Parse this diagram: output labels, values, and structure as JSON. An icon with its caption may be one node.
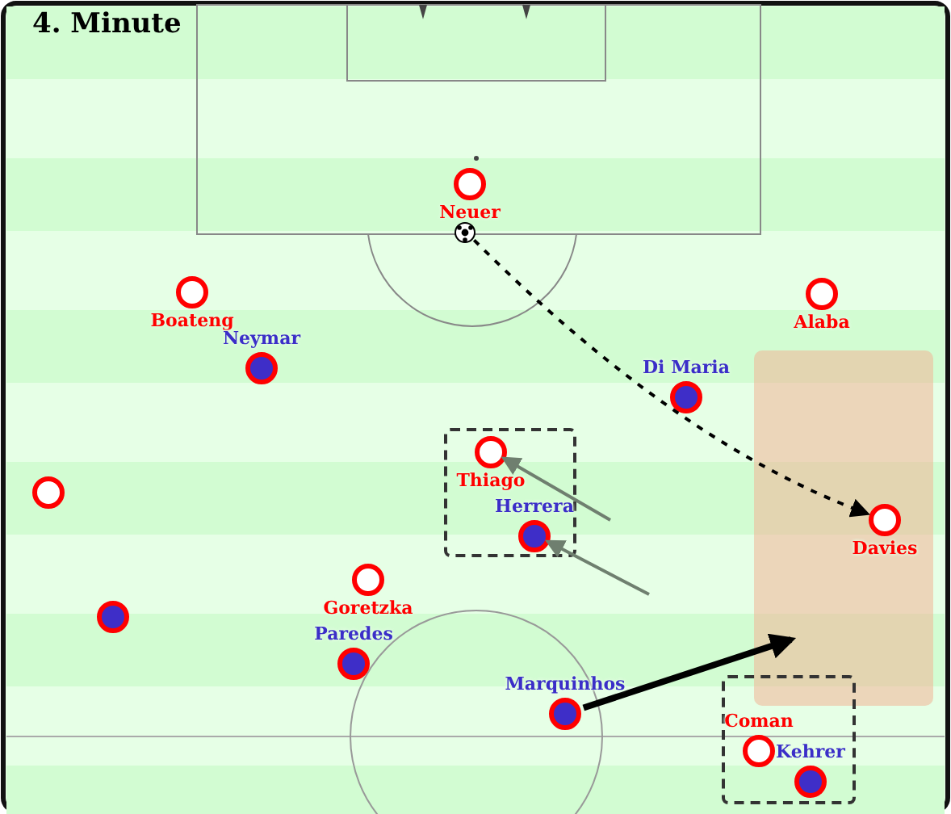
{
  "diagram": {
    "title": "4. Minute",
    "nodes": [
      {
        "text": [
          "Neuer"
        ]
      },
      {
        "text": [],
        "shape": "picture"
      },
      {
        "text": [
          "Boateng"
        ]
      },
      {
        "text": [
          "Alaba"
        ]
      },
      {
        "text": [
          "Neymar"
        ]
      },
      {
        "text": [
          "Di Maria"
        ]
      },
      {
        "text": [],
        "shape": "box"
      },
      {
        "text": [
          "Davies"
        ],
        "in": 6
      },
      {
        "text": [],
        "shape": "box"
      },
      {
        "text": [
          "Thiago"
        ],
        "in": 8
      },
      {
        "text": [
          "Herrera"
        ],
        "in": 8
      },
      {
        "text": [],
        "shape": "circle"
      },
      {
        "text": [
          "Goretzka"
        ]
      },
      {
        "text": [],
        "shape": "circle"
      },
      {
        "text": [
          "Paredes"
        ]
      },
      {
        "text": [
          "Marquinhos"
        ]
      },
      {
        "text": [],
        "shape": "box"
      },
      {
        "text": [
          "Coman"
        ],
        "in": 16
      },
      {
        "text": [
          "Kehrer"
        ],
        "in": 16
      }
    ],
    "edges": [
      {
        "from": 1,
        "to": 7,
        "arrow": "to",
        "style": "dashed"
      },
      {
        "from": null,
        "to": 9,
        "arrow": "to",
        "color": "#6f7f6f"
      },
      {
        "from": null,
        "to": 10,
        "arrow": "to",
        "color": "#6f7f6f"
      },
      {
        "from": 15,
        "to": 6,
        "arrow": "to",
        "style": "thick"
      }
    ]
  }
}
